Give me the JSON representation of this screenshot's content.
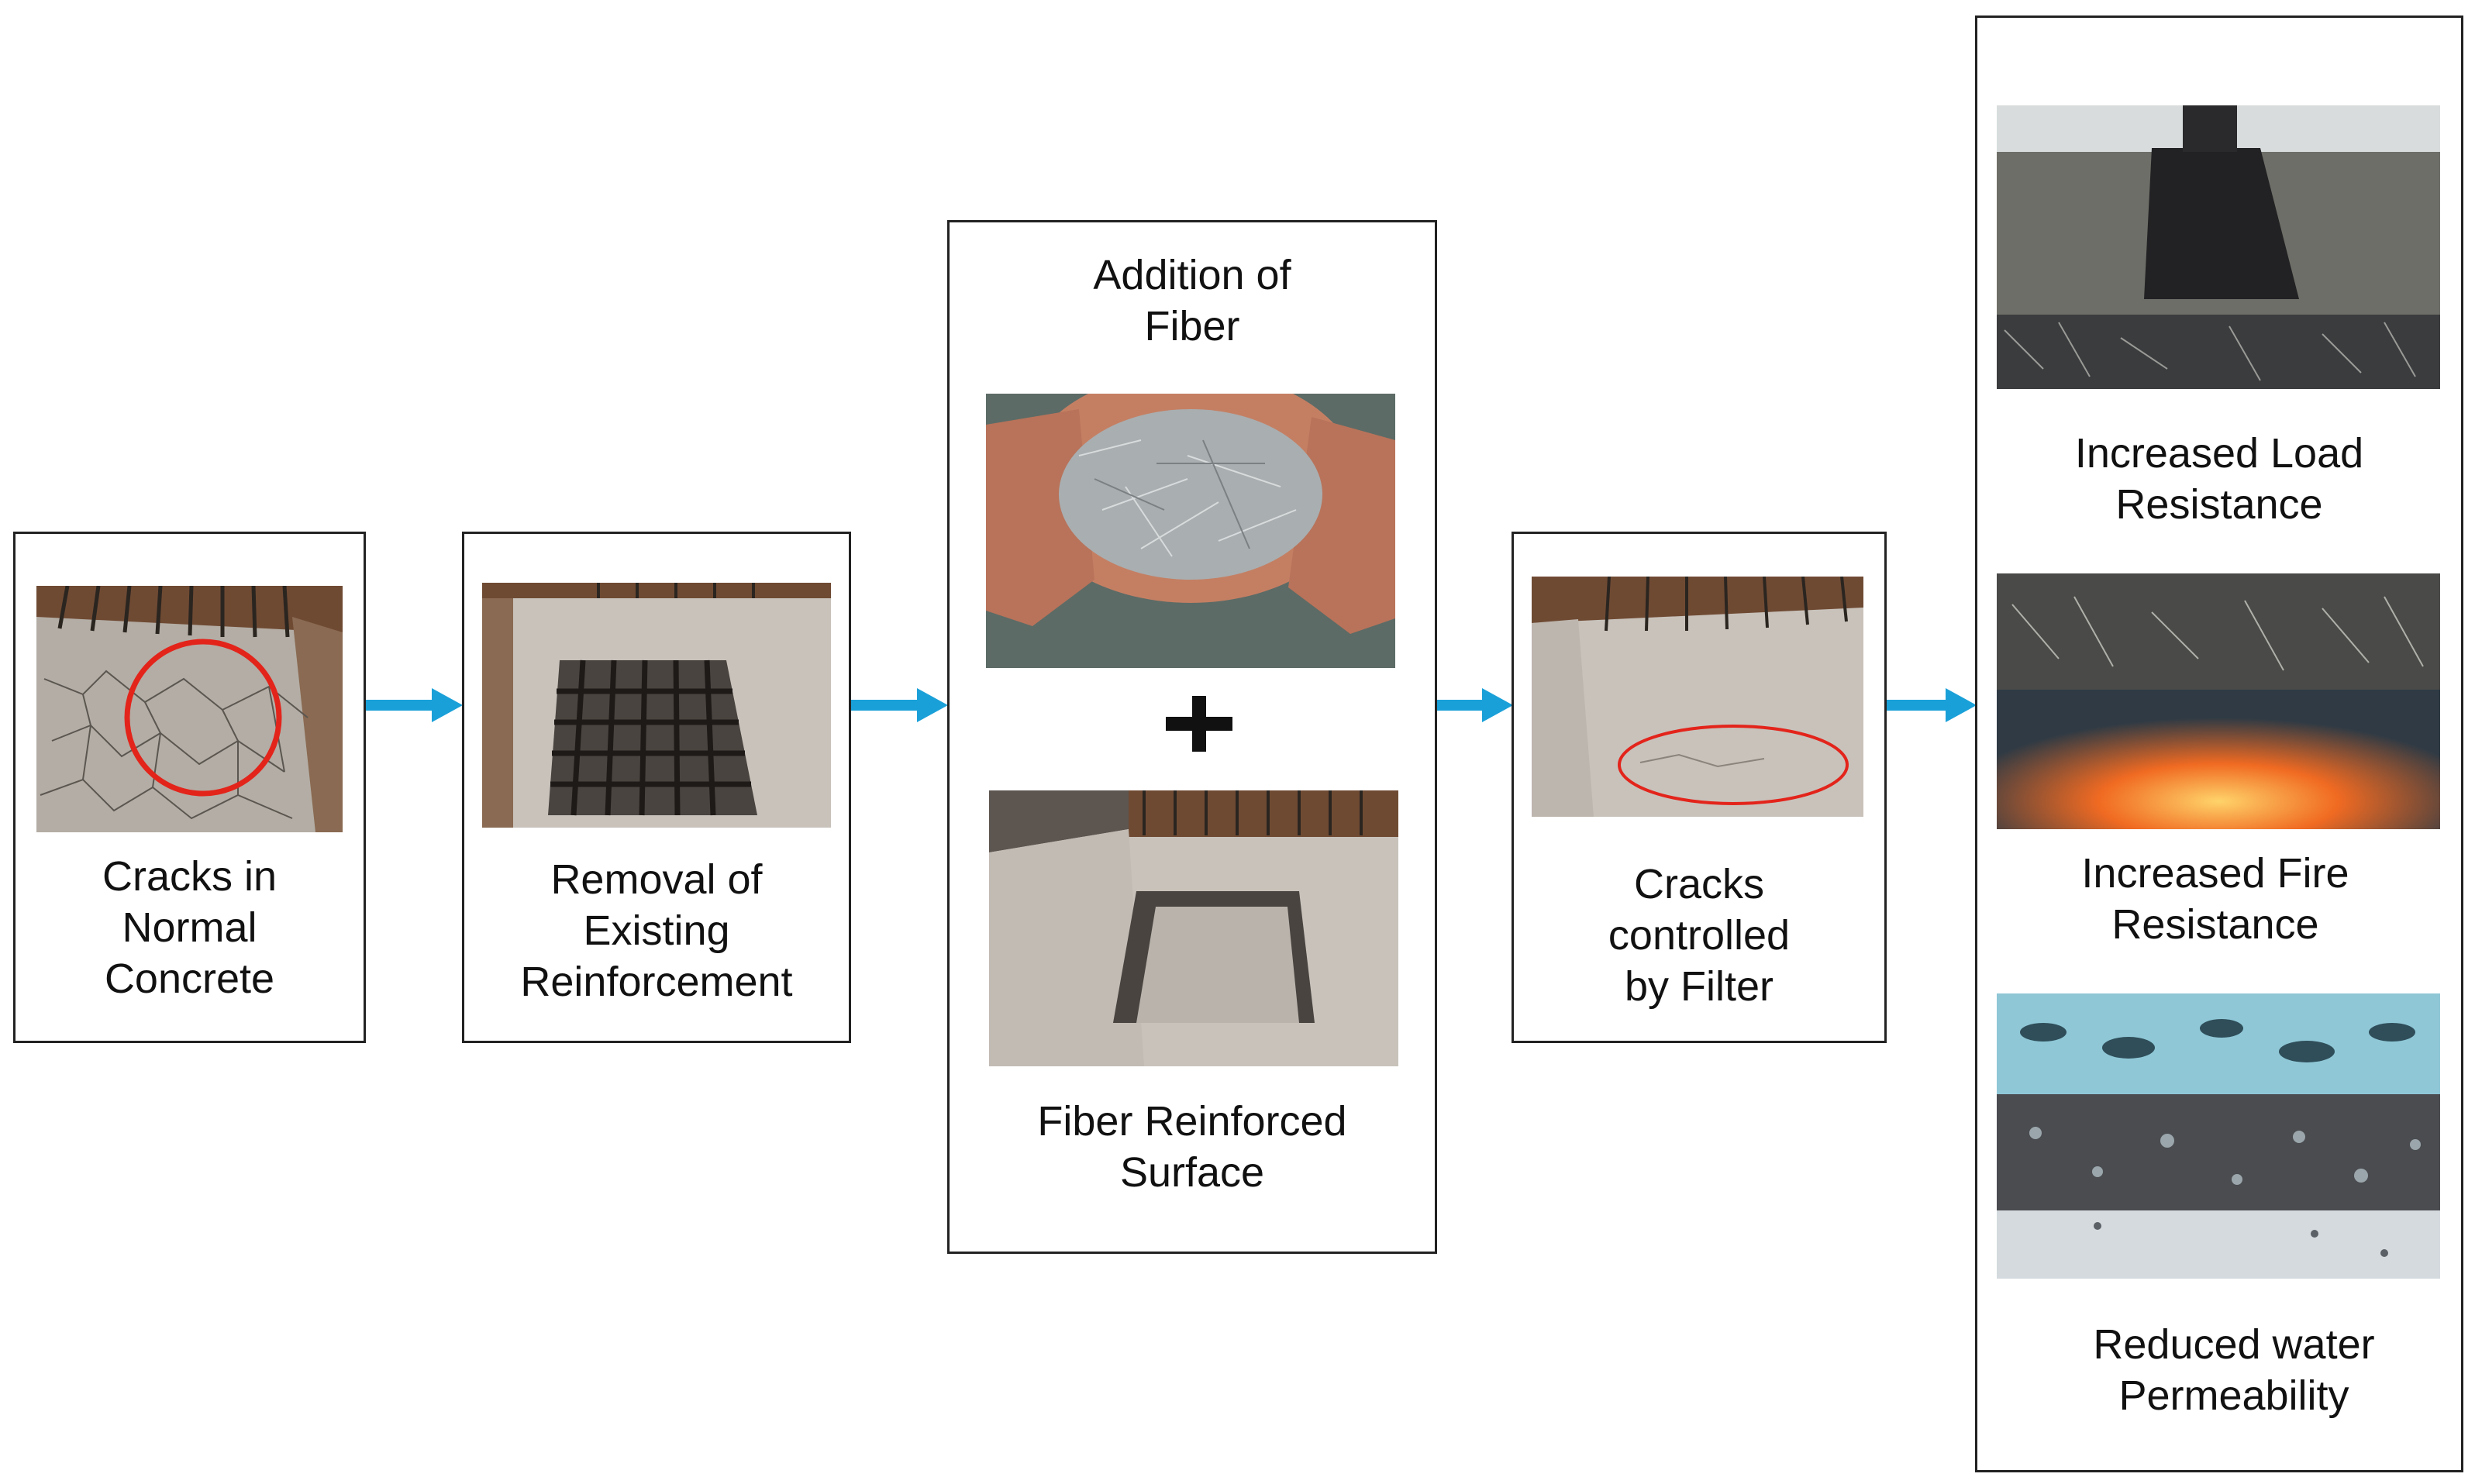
{
  "steps": [
    {
      "id": "cracks",
      "label": "Cracks in\nNormal\nConcrete",
      "image": "cracked-concrete-with-red-circle"
    },
    {
      "id": "removal",
      "label": "Removal of\nExisting\nReinforcement",
      "image": "rebar-grid-in-cut-opening"
    },
    {
      "id": "fiber",
      "title": "Addition of\nFiber",
      "image_top": "hands-holding-steel-fibers",
      "operator": "+",
      "image_bottom": "fiber-reinforced-patch",
      "label": "Fiber Reinforced\nSurface"
    },
    {
      "id": "controlled",
      "label": "Cracks\ncontrolled\nby Filter",
      "image": "concrete-with-red-ellipse"
    }
  ],
  "outcomes": [
    {
      "label": "Increased Load\nResistance",
      "image": "load-block-on-fiber-slab"
    },
    {
      "label": "Increased Fire\nResistance",
      "image": "fire-under-fiber-slab"
    },
    {
      "label": "Reduced water\nPermeability",
      "image": "water-over-fiber-slab"
    }
  ],
  "colors": {
    "arrow": "#1aa0d8",
    "border": "#222222",
    "highlight": "#e3241b"
  },
  "icons": {
    "arrow": "right-arrow-icon",
    "plus": "plus-icon"
  }
}
